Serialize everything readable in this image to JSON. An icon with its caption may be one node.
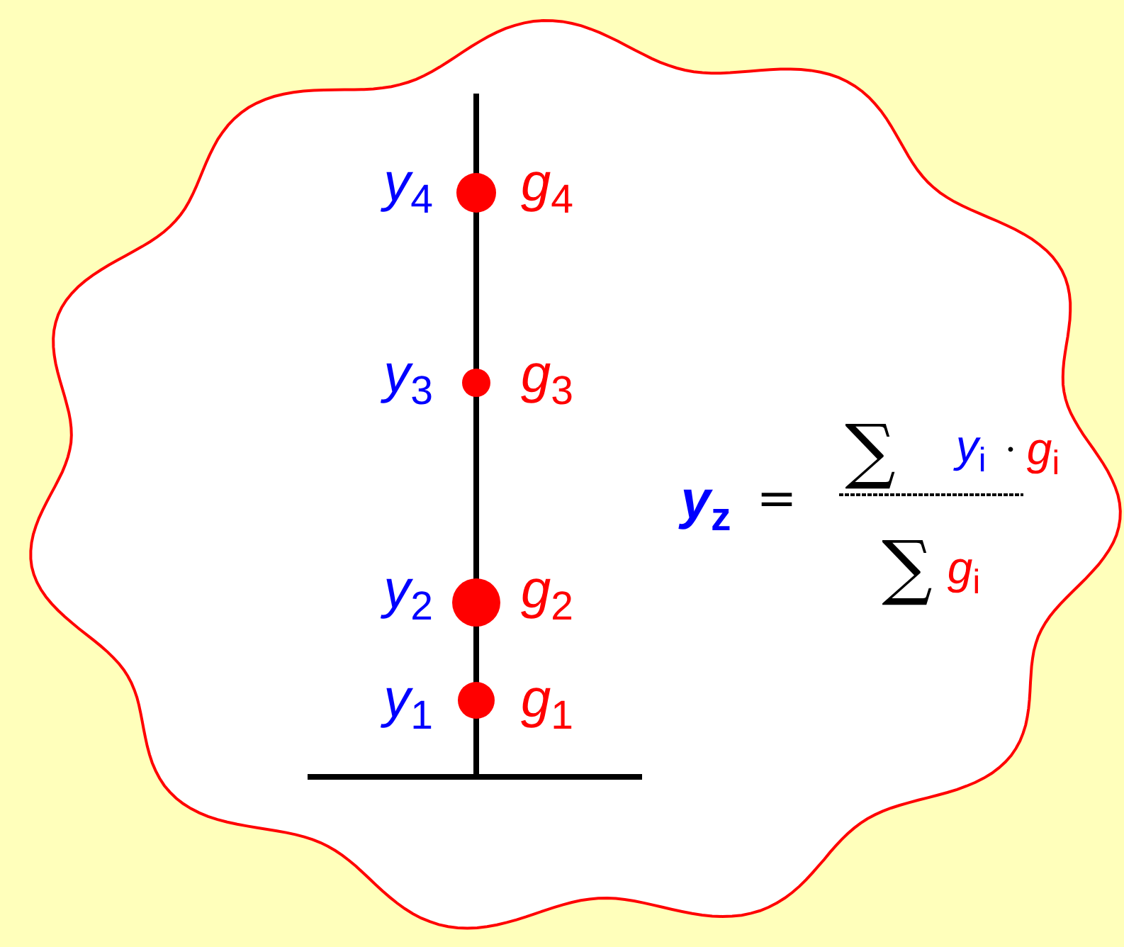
{
  "diagram": {
    "nodes": [
      {
        "text": [],
        "shape": "cloud"
      }
    ],
    "labels": [
      "y$_{4}$",
      "g$_{4}$",
      "y$_{3}$",
      "g$_{3}$",
      "y$_{2}$",
      "g$_{2}$",
      "y$_{1}$",
      "g$_{1}$",
      "y$_{z}$",
      "=",
      "∑",
      "y$_{i}$",
      "·",
      "g$_{i}$",
      "∑",
      "g$_{i}$"
    ]
  }
}
